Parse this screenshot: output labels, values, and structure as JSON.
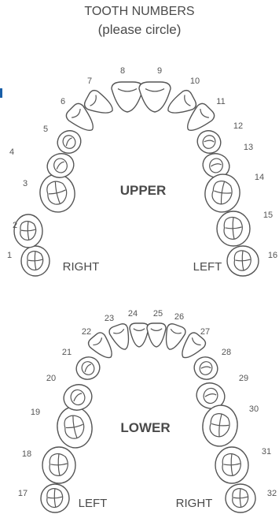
{
  "header": {
    "title": "TOOTH NUMBERS",
    "subtitle": "(please circle)"
  },
  "upper": {
    "label": "UPPER",
    "right_label": "RIGHT",
    "left_label": "LEFT",
    "teeth": [
      "1",
      "2",
      "3",
      "4",
      "5",
      "6",
      "7",
      "8",
      "9",
      "10",
      "11",
      "12",
      "13",
      "14",
      "15",
      "16"
    ]
  },
  "lower": {
    "label": "LOWER",
    "left_label": "LEFT",
    "right_label": "RIGHT",
    "teeth": [
      "17",
      "18",
      "19",
      "20",
      "21",
      "22",
      "23",
      "24",
      "25",
      "26",
      "27",
      "28",
      "29",
      "30",
      "31",
      "32"
    ]
  }
}
